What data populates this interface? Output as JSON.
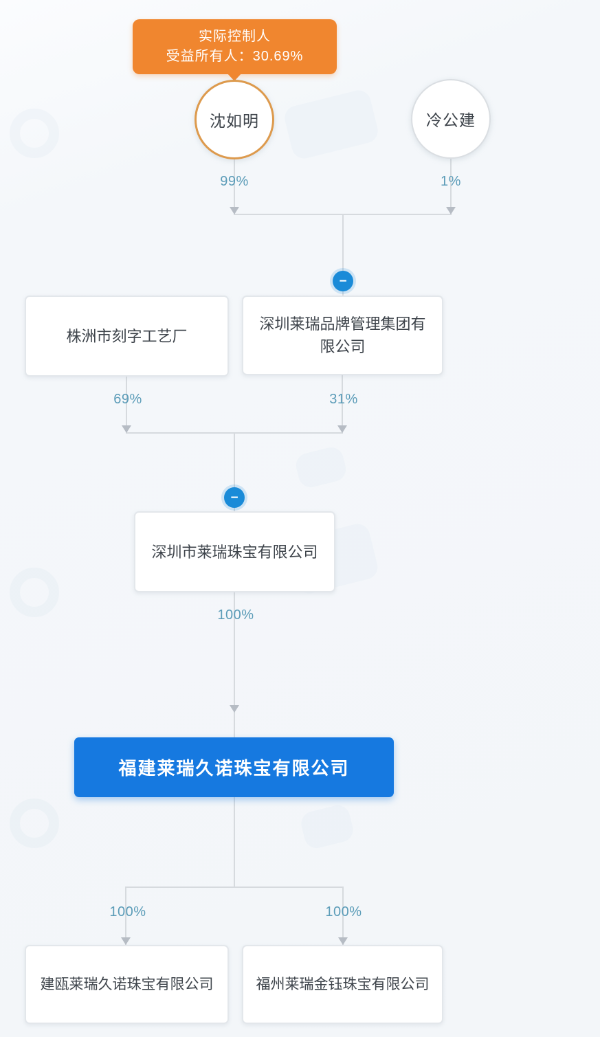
{
  "title_badge": {
    "line1": "实际控制人",
    "line2": "受益所有人：30.69%"
  },
  "shareholders": [
    {
      "name": "沈如明",
      "ownership": "99%",
      "role": "actual-controller"
    },
    {
      "name": "冷公建",
      "ownership": "1%",
      "role": "shareholder"
    }
  ],
  "nodes": {
    "row1_left": {
      "name": "株洲市刻字工艺厂",
      "ownership_out": "69%"
    },
    "row1_right": {
      "name": "深圳莱瑞品牌管理集团有限公司",
      "ownership_out": "31%"
    },
    "row2": {
      "name": "深圳市莱瑞珠宝有限公司",
      "ownership_out": "100%"
    },
    "main": {
      "name": "福建莱瑞久诺珠宝有限公司"
    },
    "child_left": {
      "name": "建瓯莱瑞久诺珠宝有限公司",
      "ownership_in": "100%"
    },
    "child_right": {
      "name": "福州莱瑞金钰珠宝有限公司",
      "ownership_in": "100%"
    }
  },
  "icons": {
    "collapse_glyph": "−"
  },
  "colors": {
    "badge_orange": "#f0862f",
    "controller_ring": "#dd9a4d",
    "main_node_blue": "#1679e0",
    "toggle_blue": "#1a8bd8",
    "percent_text": "#5b9cb8",
    "line_gray": "#d6dade",
    "background": "#f3f6f9"
  }
}
